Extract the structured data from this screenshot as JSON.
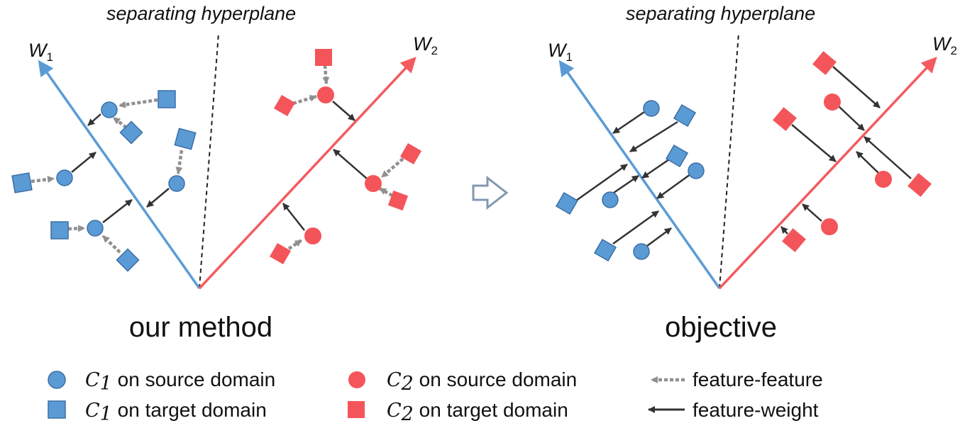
{
  "panels": {
    "left": {
      "title": "our method",
      "hyperplane_label": "separating hyperplane",
      "w1": {
        "letter": "W",
        "sub": "1"
      },
      "w2": {
        "letter": "W",
        "sub": "2"
      }
    },
    "right": {
      "title": "objective",
      "hyperplane_label": "separating hyperplane",
      "w1": {
        "letter": "W",
        "sub": "1"
      },
      "w2": {
        "letter": "W",
        "sub": "2"
      }
    }
  },
  "legend": {
    "c1_source": {
      "var": "C",
      "sub": "1",
      "text": " on source domain"
    },
    "c1_target": {
      "var": "C",
      "sub": "1",
      "text": " on target domain"
    },
    "c2_source": {
      "var": "C",
      "sub": "2",
      "text": " on source domain"
    },
    "c2_target": {
      "var": "C",
      "sub": "2",
      "text": " on target domain"
    },
    "feature_feature": "feature-feature",
    "feature_weight": "feature-weight"
  },
  "colors": {
    "blue_fill": "#5b9bd5",
    "blue_stroke": "#3a6ea5",
    "red_fill": "#f4555a",
    "red_stroke": "#e5444a",
    "w1_line": "#5b9bd5",
    "w2_line": "#f35b5f",
    "arrow_dark": "#333333",
    "arrow_dotted": "#909090",
    "transition_arrow": "#8497b0"
  }
}
